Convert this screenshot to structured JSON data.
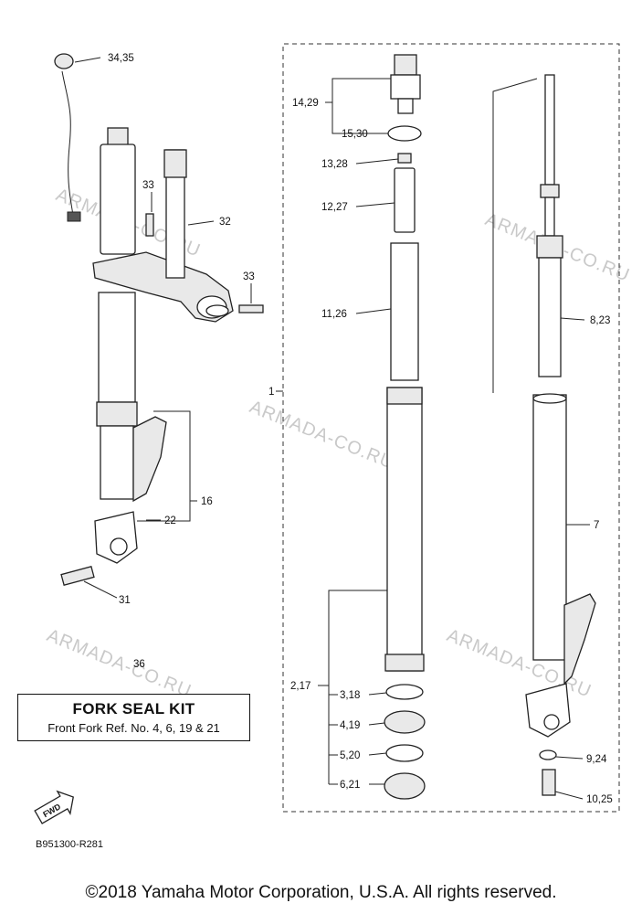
{
  "watermark": "ARMADA-CO.RU",
  "labels": {
    "p34_35": "34,35",
    "p33a": "33",
    "p32": "32",
    "p33b": "33",
    "p16": "16",
    "p22": "22",
    "p31": "31",
    "p36": "36",
    "p14_29": "14,29",
    "p15_30": "15,30",
    "p13_28": "13,28",
    "p12_27": "12,27",
    "p11_26": "11,26",
    "p1": "1",
    "p8_23": "8,23",
    "p7": "7",
    "p2_17": "2,17",
    "p3_18": "3,18",
    "p4_19": "4,19",
    "p5_20": "5,20",
    "p6_21": "6,21",
    "p9_24": "9,24",
    "p10_25": "10,25"
  },
  "kit": {
    "title": "FORK SEAL KIT",
    "subtitle": "Front Fork Ref. No. 4, 6, 19 & 21"
  },
  "fwd_badge": "FWD",
  "diagram_code": "B951300-R281",
  "copyright": "©2018 Yamaha Motor Corporation, U.S.A. All rights reserved."
}
